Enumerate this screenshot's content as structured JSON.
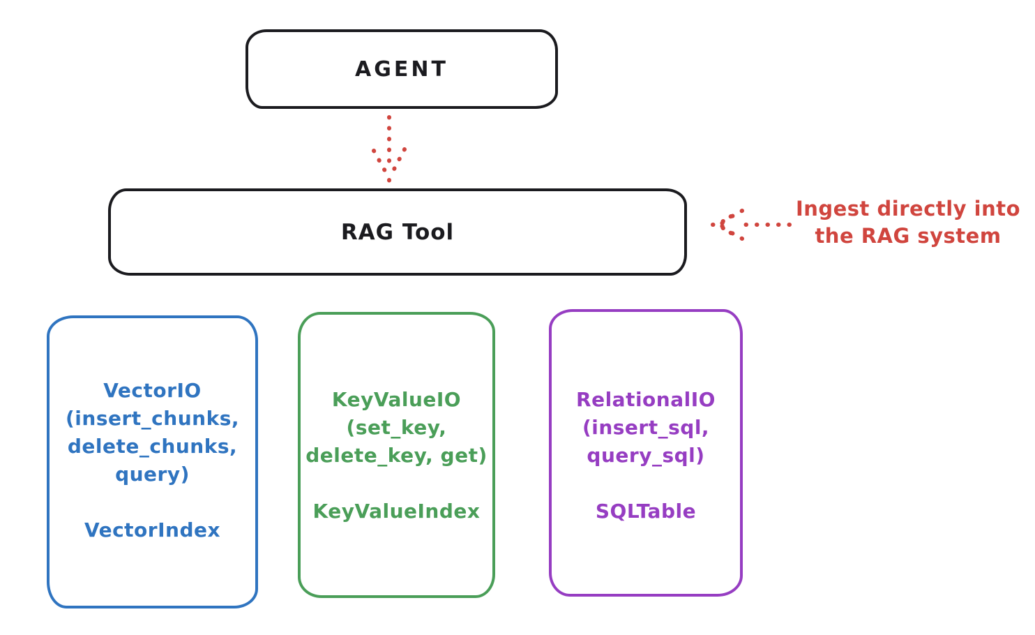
{
  "diagram": {
    "title_node": {
      "label": "AGENT"
    },
    "rag_node": {
      "label": "RAG Tool"
    },
    "annotation": {
      "line1": "Ingest directly into",
      "line2": "the RAG system"
    },
    "nodes": [
      {
        "id": "vector-io",
        "color": "#2f74c0",
        "lines": [
          "VectorIO",
          "(insert_chunks,",
          "delete_chunks,",
          "query)"
        ],
        "index_label": "VectorIndex"
      },
      {
        "id": "keyvalue-io",
        "color": "#4a9e58",
        "lines": [
          "KeyValueIO",
          "(set_key,",
          "delete_key, get)"
        ],
        "index_label": "KeyValueIndex"
      },
      {
        "id": "relational-io",
        "color": "#963dc2",
        "lines": [
          "RelationalIO",
          "(insert_sql,",
          "query_sql)"
        ],
        "index_label": "SQLTable"
      }
    ],
    "arrows": [
      {
        "id": "agent-to-rag",
        "style": "dotted",
        "color": "#d0453e",
        "direction": "down"
      },
      {
        "id": "annotation-to-rag",
        "style": "dotted",
        "color": "#d0453e",
        "direction": "left"
      }
    ],
    "colors": {
      "stroke_black": "#1b1b1f",
      "red": "#d0453e",
      "blue": "#2f74c0",
      "green": "#4a9e58",
      "purple": "#963dc2",
      "background": "#ffffff"
    }
  }
}
